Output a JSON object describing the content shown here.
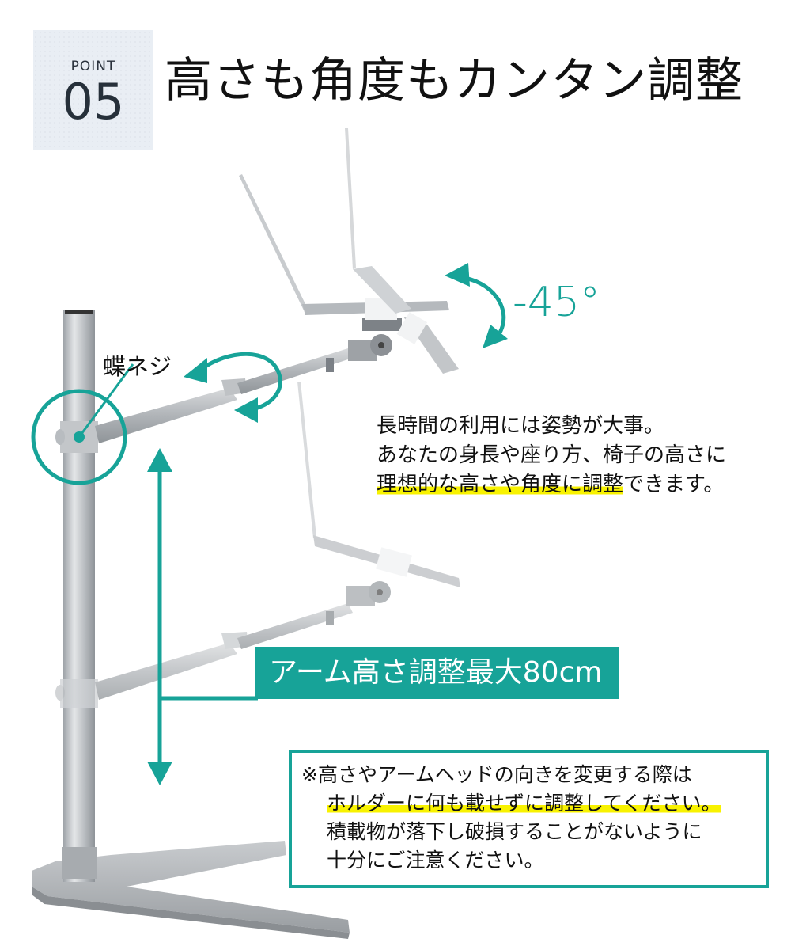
{
  "header": {
    "point_label": "POINT",
    "point_number": "05",
    "title": "高さも角度もカンタン調整"
  },
  "annotations": {
    "tilt_angle": "-45°",
    "screw_label": "蝶ネジ"
  },
  "description": {
    "lines": [
      "長時間の利用には姿勢が大事。",
      "あなたの身長や座り方、椅子の高さに"
    ],
    "line3_highlight": "理想的な高さや角度に調整",
    "line3_rest": "できます。"
  },
  "height_badge": {
    "label": "アーム高さ調整最大80cm"
  },
  "notice": {
    "line1": "※高さやアームヘッドの向きを変更する際は",
    "line2_highlight": "ホルダーに何も載せずに調整してください。",
    "line3": "積載物が落下し破損することがないように",
    "line4": "十分にご注意ください。"
  },
  "colors": {
    "accent": "#17a398",
    "highlight": "#f8f200",
    "point_bg": "#e9eef4",
    "text": "#111111",
    "metal": "#b8bcc0"
  }
}
